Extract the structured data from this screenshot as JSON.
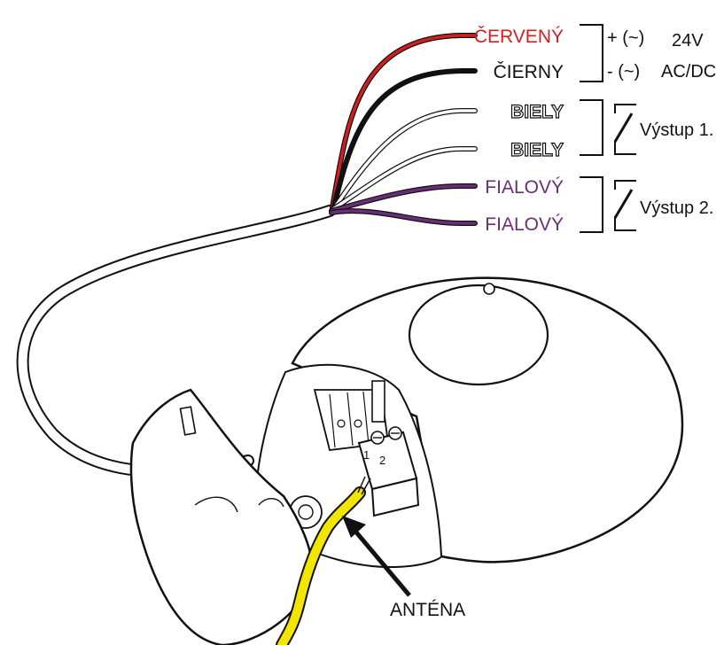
{
  "wires": [
    {
      "label": "ČERVENÝ",
      "color": "#d11f1f",
      "text_color": "#d11f1f",
      "outlined": false
    },
    {
      "label": "ČIERNY",
      "color": "#111111",
      "text_color": "#111111",
      "outlined": false
    },
    {
      "label": "BIELY",
      "color": "#ffffff",
      "text_color": "#ffffff",
      "outlined": true
    },
    {
      "label": "BIELY",
      "color": "#ffffff",
      "text_color": "#ffffff",
      "outlined": true
    },
    {
      "label": "FIALOVÝ",
      "color": "#6a2d7a",
      "text_color": "#6a2d7a",
      "outlined": false
    },
    {
      "label": "FIALOVÝ",
      "color": "#6a2d7a",
      "text_color": "#6a2d7a",
      "outlined": false
    }
  ],
  "power": {
    "plus": "+ (~)",
    "minus": "- (~)",
    "voltage": "24V",
    "type": "AC/DC"
  },
  "outputs": [
    {
      "label": "Výstup 1."
    },
    {
      "label": "Výstup 2."
    }
  ],
  "antenna": {
    "label": "ANTÉNA",
    "color": "#f2e600"
  },
  "terminal_numbers": [
    "1",
    "2"
  ]
}
